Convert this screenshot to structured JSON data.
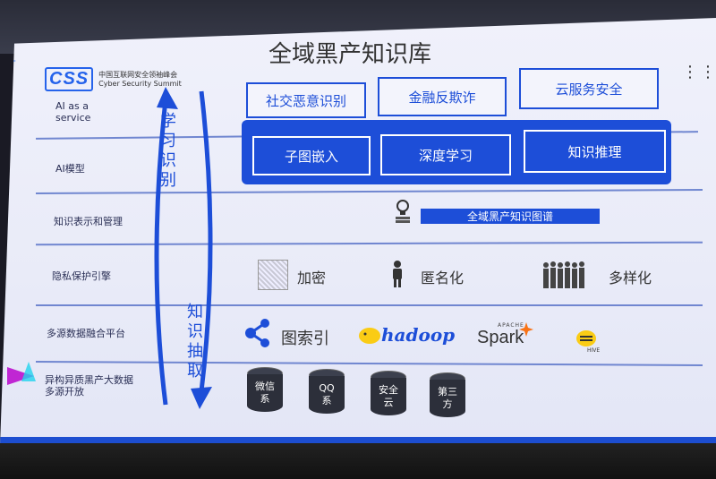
{
  "slide": {
    "title": "全域黑产知识库",
    "more_label": "⋮⋮⋮",
    "logo": {
      "mark": "CSS",
      "line1": "中国互联网安全领袖峰会",
      "line2": "Cyber Security Summit"
    }
  },
  "rows": {
    "ai_service": "AI as a\nservice",
    "ai_model": "AI模型",
    "knowledge": "知识表示和管理",
    "privacy": "隐私保护引擎",
    "platform": "多源数据融合平台",
    "data": "异构异质黑产大数据\n多源开放"
  },
  "side": {
    "learn_identify": "学习识别",
    "knowledge_extract": "知识抽取"
  },
  "services": [
    "社交恶意识别",
    "金融反欺诈",
    "云服务安全"
  ],
  "models": [
    "子图嵌入",
    "深度学习",
    "知识推理"
  ],
  "knowledge_graph": "全域黑产知识图谱",
  "privacy": {
    "encrypt": "加密",
    "anonymize": "匿名化",
    "diversify": "多样化"
  },
  "platform": {
    "graph_index": "图索引",
    "hadoop": "hadoop",
    "spark_apache": "APACHE",
    "spark": "Spark",
    "hive": "HIVE"
  },
  "sources": [
    {
      "line1": "微信",
      "line2": "系"
    },
    {
      "line1": "QQ",
      "line2": "系"
    },
    {
      "line1": "安全",
      "line2": "云"
    },
    {
      "line1": "第三",
      "line2": "方"
    }
  ],
  "colors": {
    "accent": "#1d4ed8",
    "slide_bg": "#eceef9",
    "text": "#333333"
  },
  "icons": [
    "bulb-icon",
    "encrypt-pattern-icon",
    "person-icon",
    "crowd-icon",
    "graph-share-icon",
    "hadoop-elephant-icon",
    "spark-star-icon",
    "hive-bee-icon",
    "database-icon"
  ]
}
